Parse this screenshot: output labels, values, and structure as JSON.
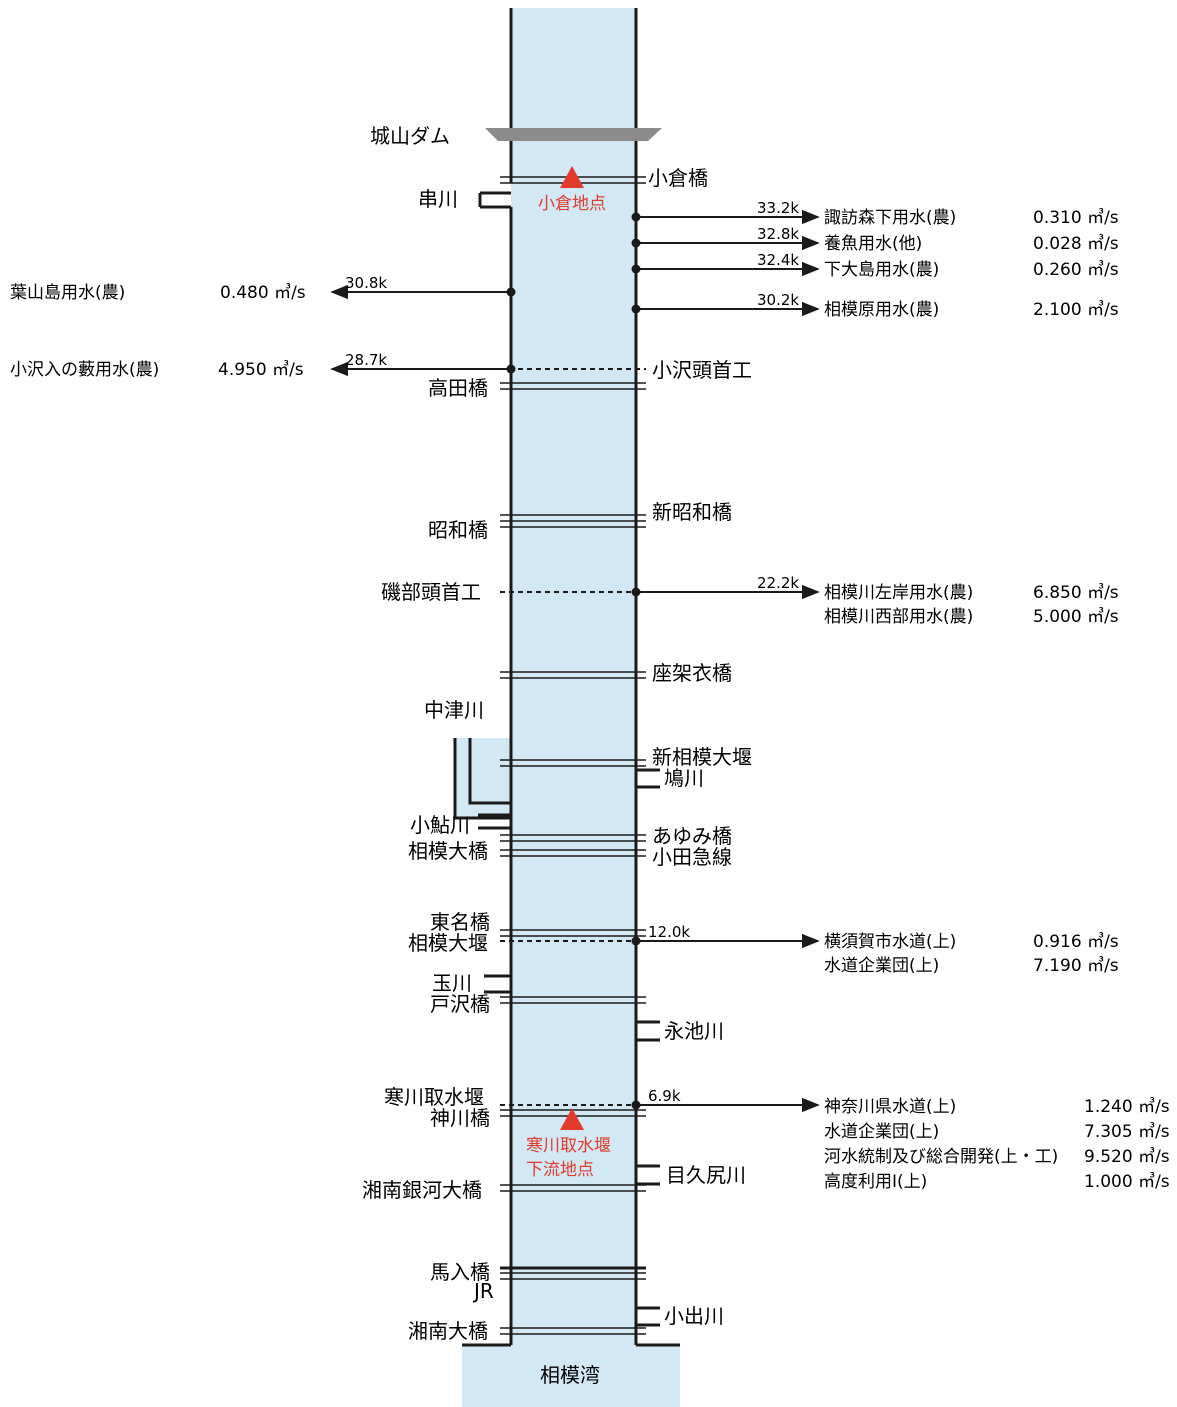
{
  "river": {
    "dam": "城山ダム",
    "mouth": "相模湾",
    "left_labels": [
      "串川",
      "高田橋",
      "昭和橋",
      "磯部頭首工",
      "中津川",
      "小鮎川",
      "相模大橋",
      "東名橋",
      "相模大堰",
      "玉川",
      "戸沢橋",
      "寒川取水堰",
      "神川橋",
      "湘南銀河大橋",
      "馬入橋",
      "JR",
      "湘南大橋"
    ],
    "right_labels": [
      "小倉橋",
      "小沢頭首工",
      "新昭和橋",
      "座架衣橋",
      "新相模大堰",
      "鳩川",
      "あゆみ橋",
      "小田急線",
      "永池川",
      "目久尻川",
      "小出川"
    ]
  },
  "points": [
    "小倉地点",
    "寒川取水堰",
    "下流地点"
  ],
  "right_intakes": [
    {
      "km": "33.2k",
      "names": [
        "諏訪森下用水(農)"
      ],
      "flows": [
        "0.310 ㎥/s"
      ]
    },
    {
      "km": "32.8k",
      "names": [
        "養魚用水(他)"
      ],
      "flows": [
        "0.028 ㎥/s"
      ]
    },
    {
      "km": "32.4k",
      "names": [
        "下大島用水(農)"
      ],
      "flows": [
        "0.260 ㎥/s"
      ]
    },
    {
      "km": "30.2k",
      "names": [
        "相模原用水(農)"
      ],
      "flows": [
        "2.100 ㎥/s"
      ]
    },
    {
      "km": "22.2k",
      "names": [
        "相模川左岸用水(農)",
        "相模川西部用水(農)"
      ],
      "flows": [
        "6.850 ㎥/s",
        "5.000 ㎥/s"
      ]
    },
    {
      "km": "12.0k",
      "names": [
        "横須賀市水道(上)",
        "水道企業団(上)"
      ],
      "flows": [
        "0.916 ㎥/s",
        "7.190 ㎥/s"
      ]
    },
    {
      "km": "6.9k",
      "names": [
        "神奈川県水道(上)",
        "水道企業団(上)",
        "河水統制及び総合開発(上・工)",
        "高度利用Ⅰ(上)"
      ],
      "flows": [
        "1.240 ㎥/s",
        "7.305 ㎥/s",
        "9.520 ㎥/s",
        "1.000 ㎥/s"
      ]
    }
  ],
  "left_intakes": [
    {
      "km": "30.8k",
      "name": "葉山島用水(農)",
      "flow": "0.480 ㎥/s"
    },
    {
      "km": "28.7k",
      "name": "小沢入の藪用水(農)",
      "flow": "4.950 ㎥/s"
    }
  ],
  "colors": {
    "water": "#d3e8f5",
    "dam": "#8c8c8c",
    "marker": "#e23b2c",
    "line": "#1a1a1a"
  }
}
